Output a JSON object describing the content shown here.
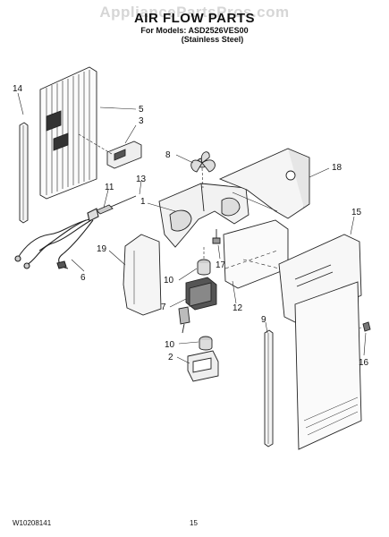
{
  "watermark": "AppliancePartsPros.com",
  "title": "AIR FLOW PARTS",
  "models_line1": "For Models: ASD2526VES00",
  "models_line2": "(Stainless Steel)",
  "footer_left": "W10208141",
  "footer_page": "15",
  "callouts": [
    "14",
    "5",
    "3",
    "8",
    "18",
    "11",
    "13",
    "1",
    "15",
    "19",
    "17",
    "10",
    "6",
    "12",
    "7",
    "9",
    "10",
    "2",
    "16"
  ]
}
